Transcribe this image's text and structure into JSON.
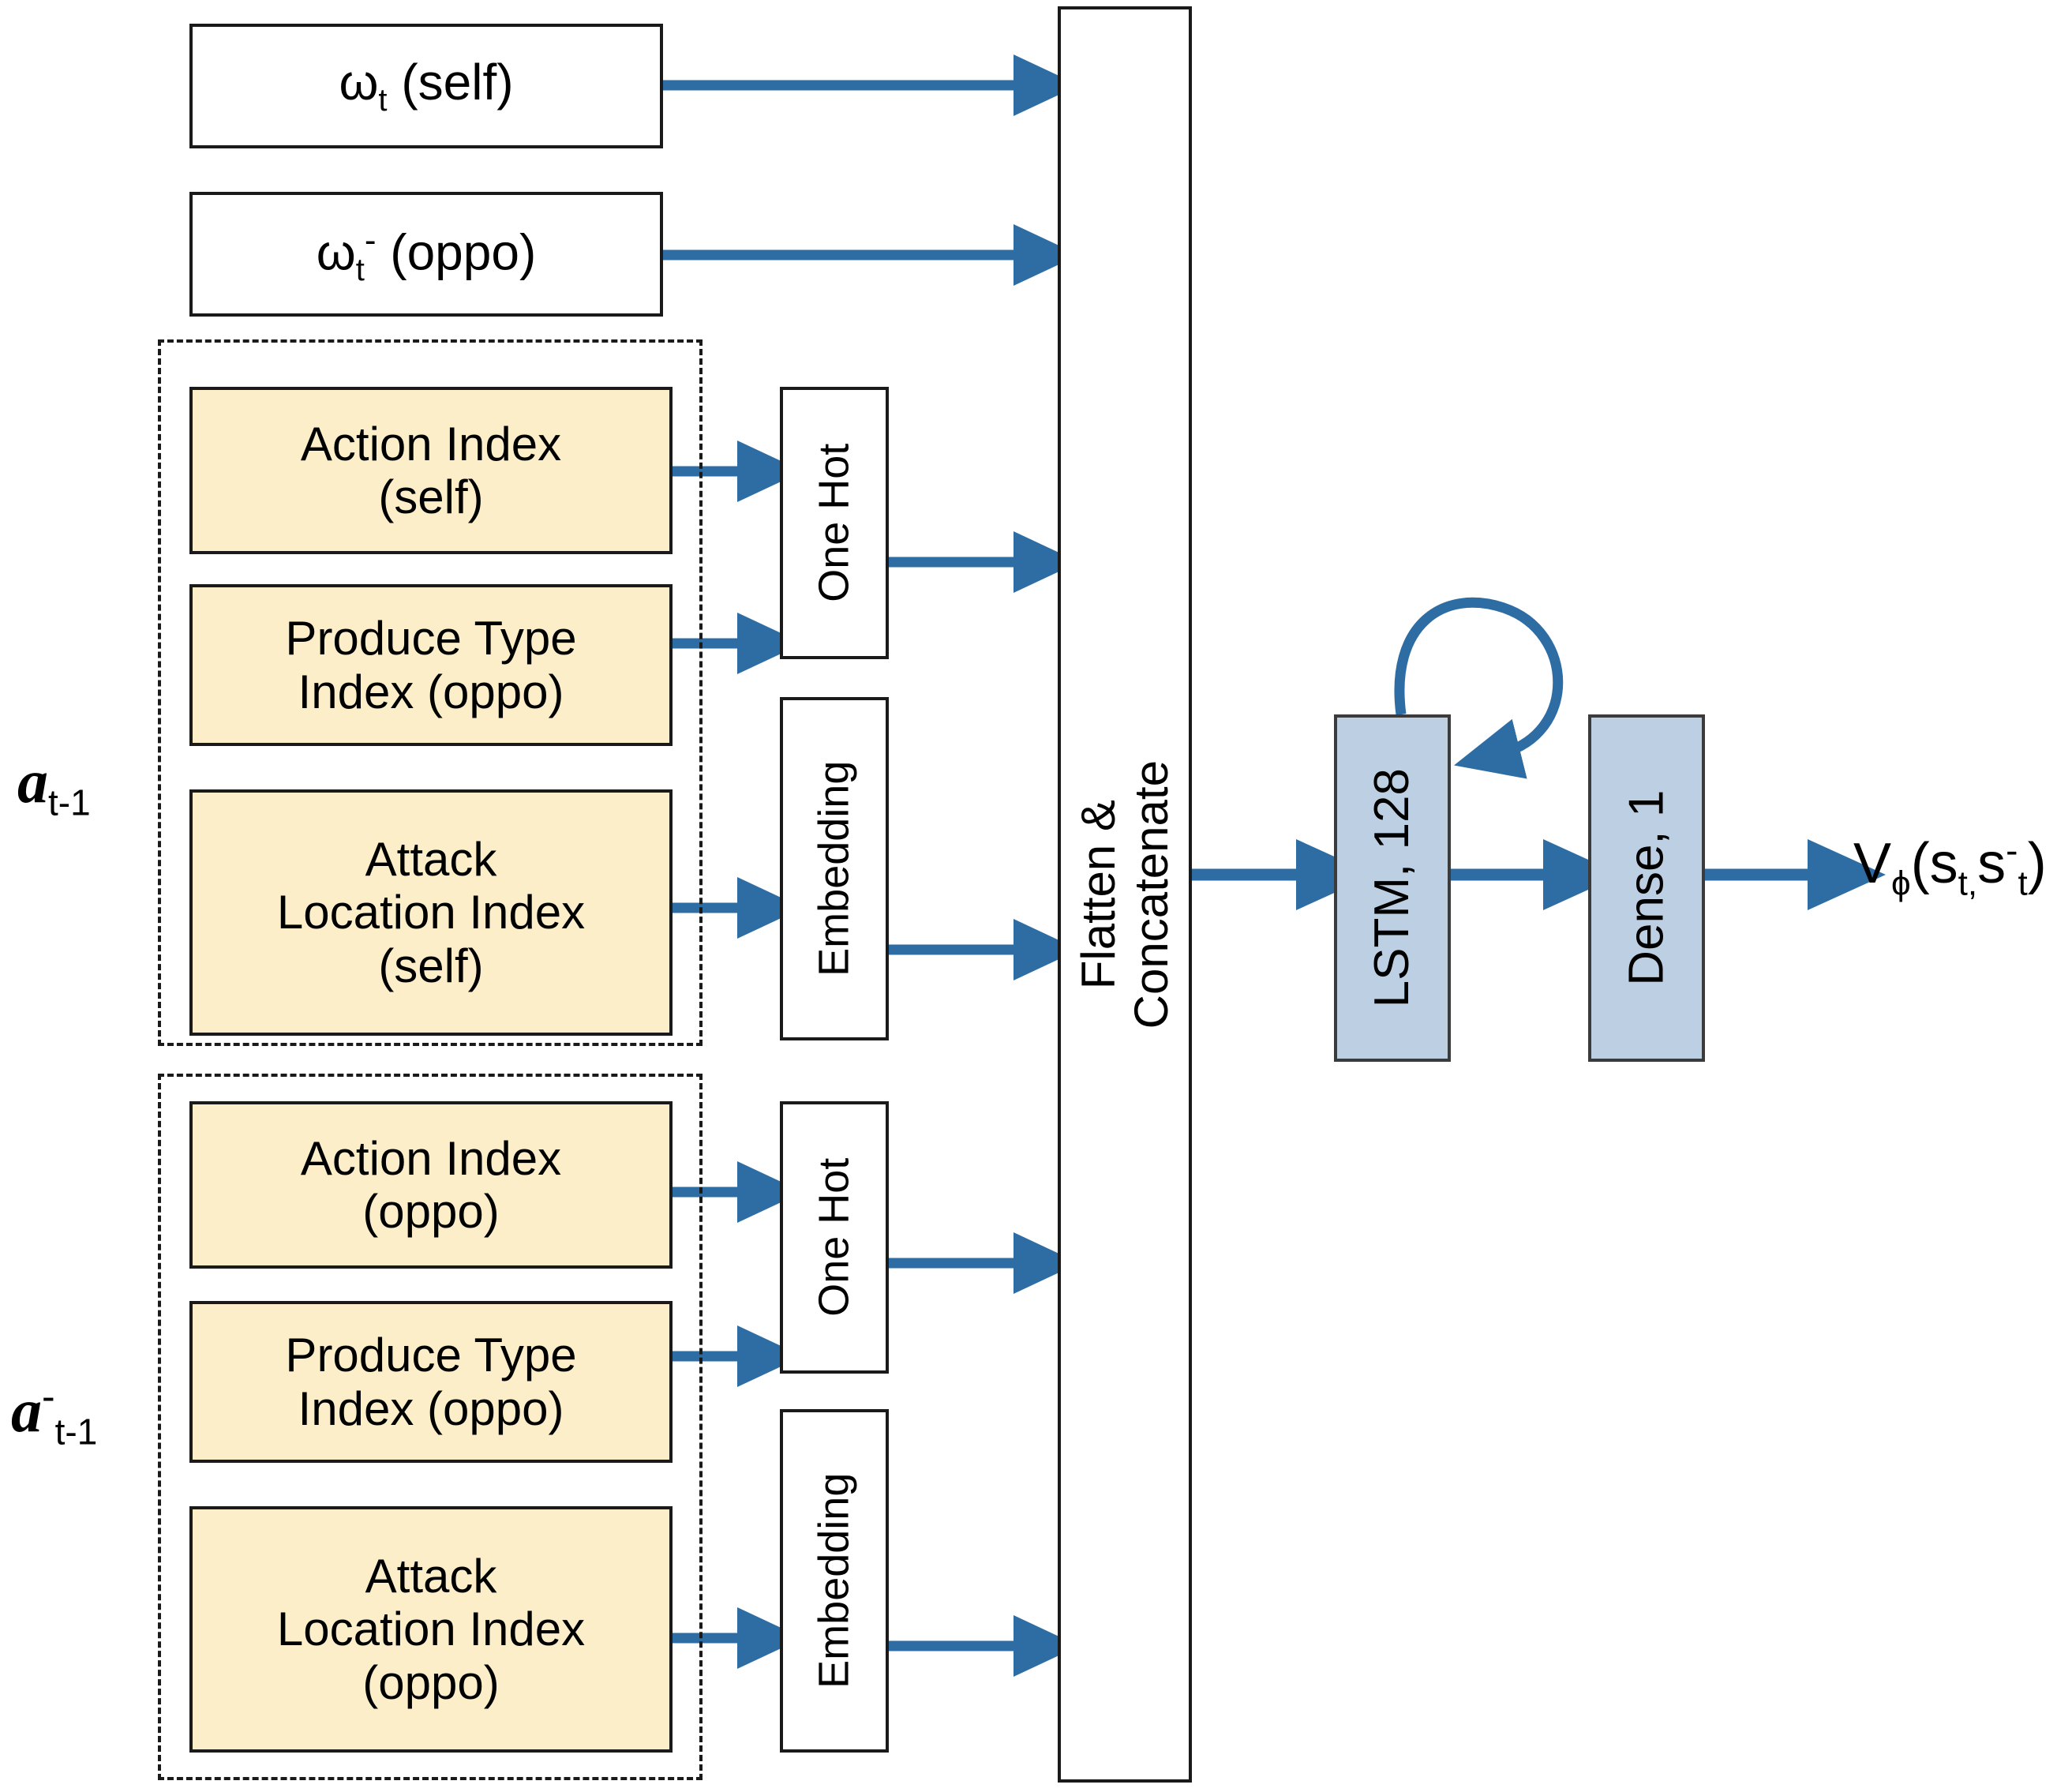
{
  "diagram": {
    "title": "Critic network architecture",
    "accent_color": "#2E6DA4",
    "box_fill_yellow": "#FBEEC8",
    "box_fill_blue": "#BDCFE3",
    "border_color": "#1A1A1A"
  },
  "inputs": {
    "omega_self": {
      "symbol": "ω",
      "sub": "t",
      "sup": "",
      "suffix": " (self)"
    },
    "omega_oppo": {
      "symbol": "ω",
      "sub": "t",
      "sup": "-",
      "suffix": " (oppo)"
    }
  },
  "group_labels": {
    "self_action": {
      "symbol": "a",
      "sup": "",
      "sub": "t-1"
    },
    "oppo_action": {
      "symbol": "a",
      "sup": "-",
      "sub": "t-1"
    }
  },
  "self_group": {
    "boxes": [
      {
        "label": "Action Index\n(self)"
      },
      {
        "label": "Produce Type\nIndex (oppo)"
      },
      {
        "label": "Attack\nLocation Index\n(self)"
      }
    ],
    "encoders": [
      {
        "label": "One Hot"
      },
      {
        "label": "Embedding"
      }
    ]
  },
  "oppo_group": {
    "boxes": [
      {
        "label": "Action Index\n(oppo)"
      },
      {
        "label": "Produce Type\nIndex (oppo)"
      },
      {
        "label": "Attack\nLocation Index\n(oppo)"
      }
    ],
    "encoders": [
      {
        "label": "One Hot"
      },
      {
        "label": "Embedding"
      }
    ]
  },
  "merge": {
    "label": "Flatten & Concatenate"
  },
  "layers": [
    {
      "label": "LSTM, 128",
      "name": "lstm"
    },
    {
      "label": "Dense, 1",
      "name": "dense"
    }
  ],
  "output": {
    "symbol": "V",
    "sub_phi": "ϕ",
    "open": "(s",
    "sub_t1": "t,",
    "mid": "s",
    "sup_minus": "-",
    "sub_t2": "t",
    "close": ")"
  }
}
